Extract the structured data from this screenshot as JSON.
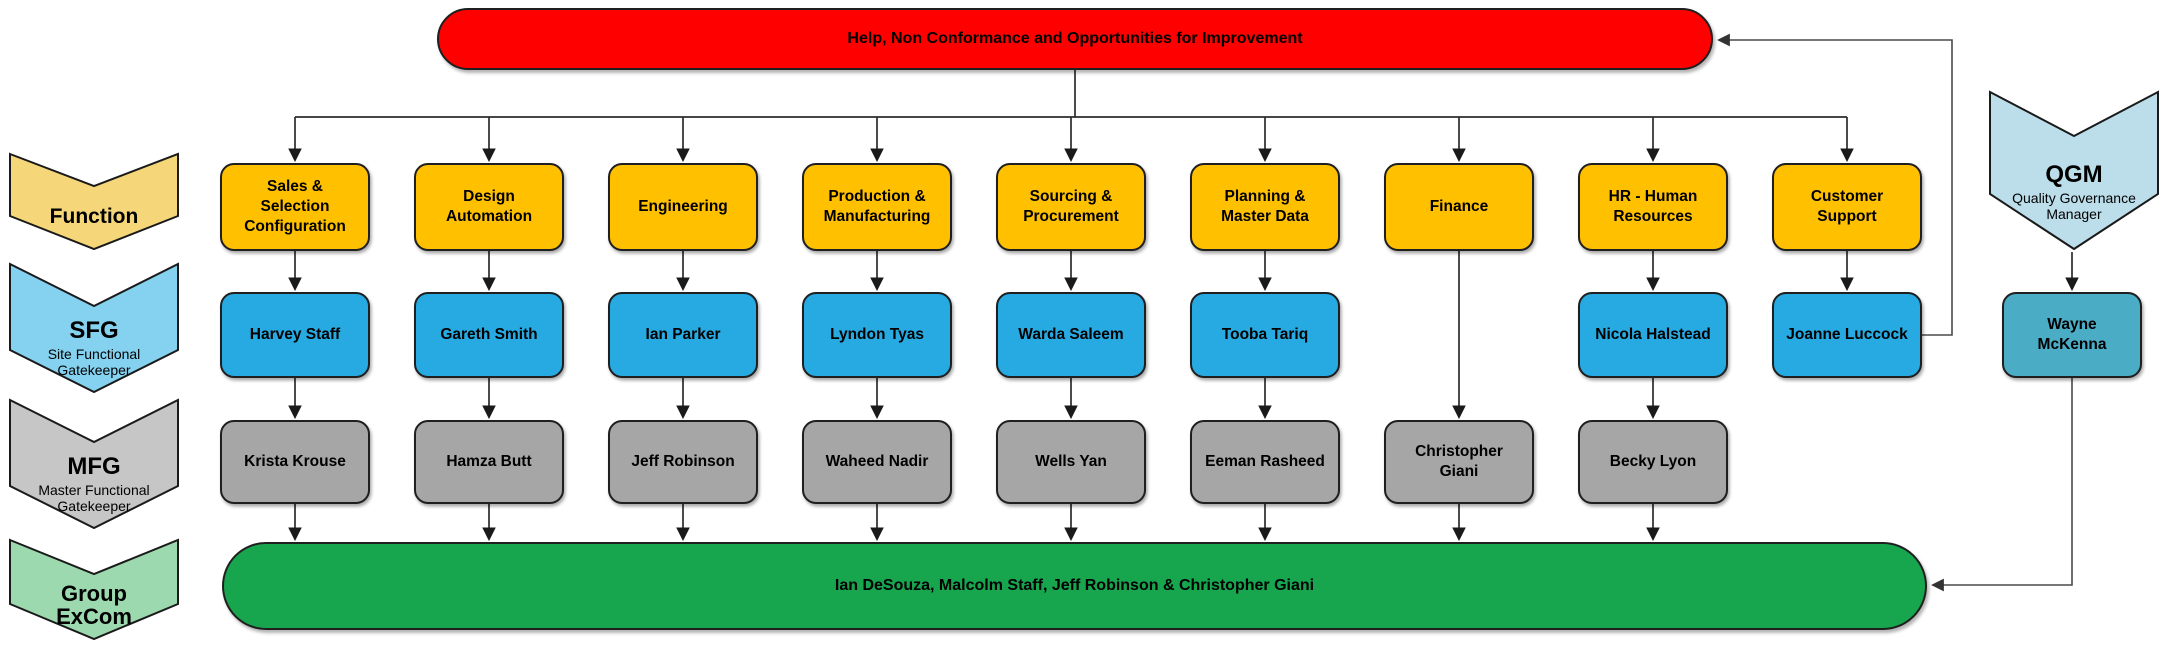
{
  "banners": {
    "top": {
      "label": "Help, Non Conformance and Opportunities for Improvement",
      "color": "#FE0000"
    },
    "bottom": {
      "label": "Ian DeSouza, Malcolm Staff, Jeff Robinson & Christopher Giani",
      "color": "#17A54E"
    }
  },
  "row_labels": [
    {
      "title": "Function",
      "subtitle": "",
      "color": "#F5D779"
    },
    {
      "title": "SFG",
      "subtitle": "Site Functional Gatekeeper",
      "color": "#85D2F0"
    },
    {
      "title": "MFG",
      "subtitle": "Master Functional Gatekeeper",
      "color": "#C6C6C6"
    },
    {
      "title": "Group ExCom",
      "subtitle": "",
      "color": "#9CD9AE"
    }
  ],
  "columns": [
    {
      "function": "Sales & Selection Configuration",
      "sfg": "Harvey Staff",
      "mfg": "Krista Krouse"
    },
    {
      "function": "Design Automation",
      "sfg": "Gareth Smith",
      "mfg": "Hamza Butt"
    },
    {
      "function": "Engineering",
      "sfg": "Ian Parker",
      "mfg": "Jeff Robinson"
    },
    {
      "function": "Production & Manufacturing",
      "sfg": "Lyndon Tyas",
      "mfg": "Waheed Nadir"
    },
    {
      "function": "Sourcing & Procurement",
      "sfg": "Warda Saleem",
      "mfg": "Wells Yan"
    },
    {
      "function": "Planning & Master Data",
      "sfg": "Tooba Tariq",
      "mfg": "Eeman Rasheed"
    },
    {
      "function": "Finance",
      "sfg": null,
      "mfg": "Christopher Giani"
    },
    {
      "function": "HR - Human Resources",
      "sfg": "Nicola Halstead",
      "mfg": "Becky Lyon"
    },
    {
      "function": "Customer Support",
      "sfg": "Joanne Luccock",
      "mfg": null
    }
  ],
  "qgm": {
    "title": "QGM",
    "subtitle": "Quality Governance Manager",
    "color": "#BCDEEA"
  },
  "quality_manager": {
    "name": "Wayne McKenna",
    "color": "#4BACC6"
  },
  "colors": {
    "function_box": "#FFC000",
    "sfg_box": "#27A9E1",
    "mfg_box": "#A6A6A6"
  }
}
